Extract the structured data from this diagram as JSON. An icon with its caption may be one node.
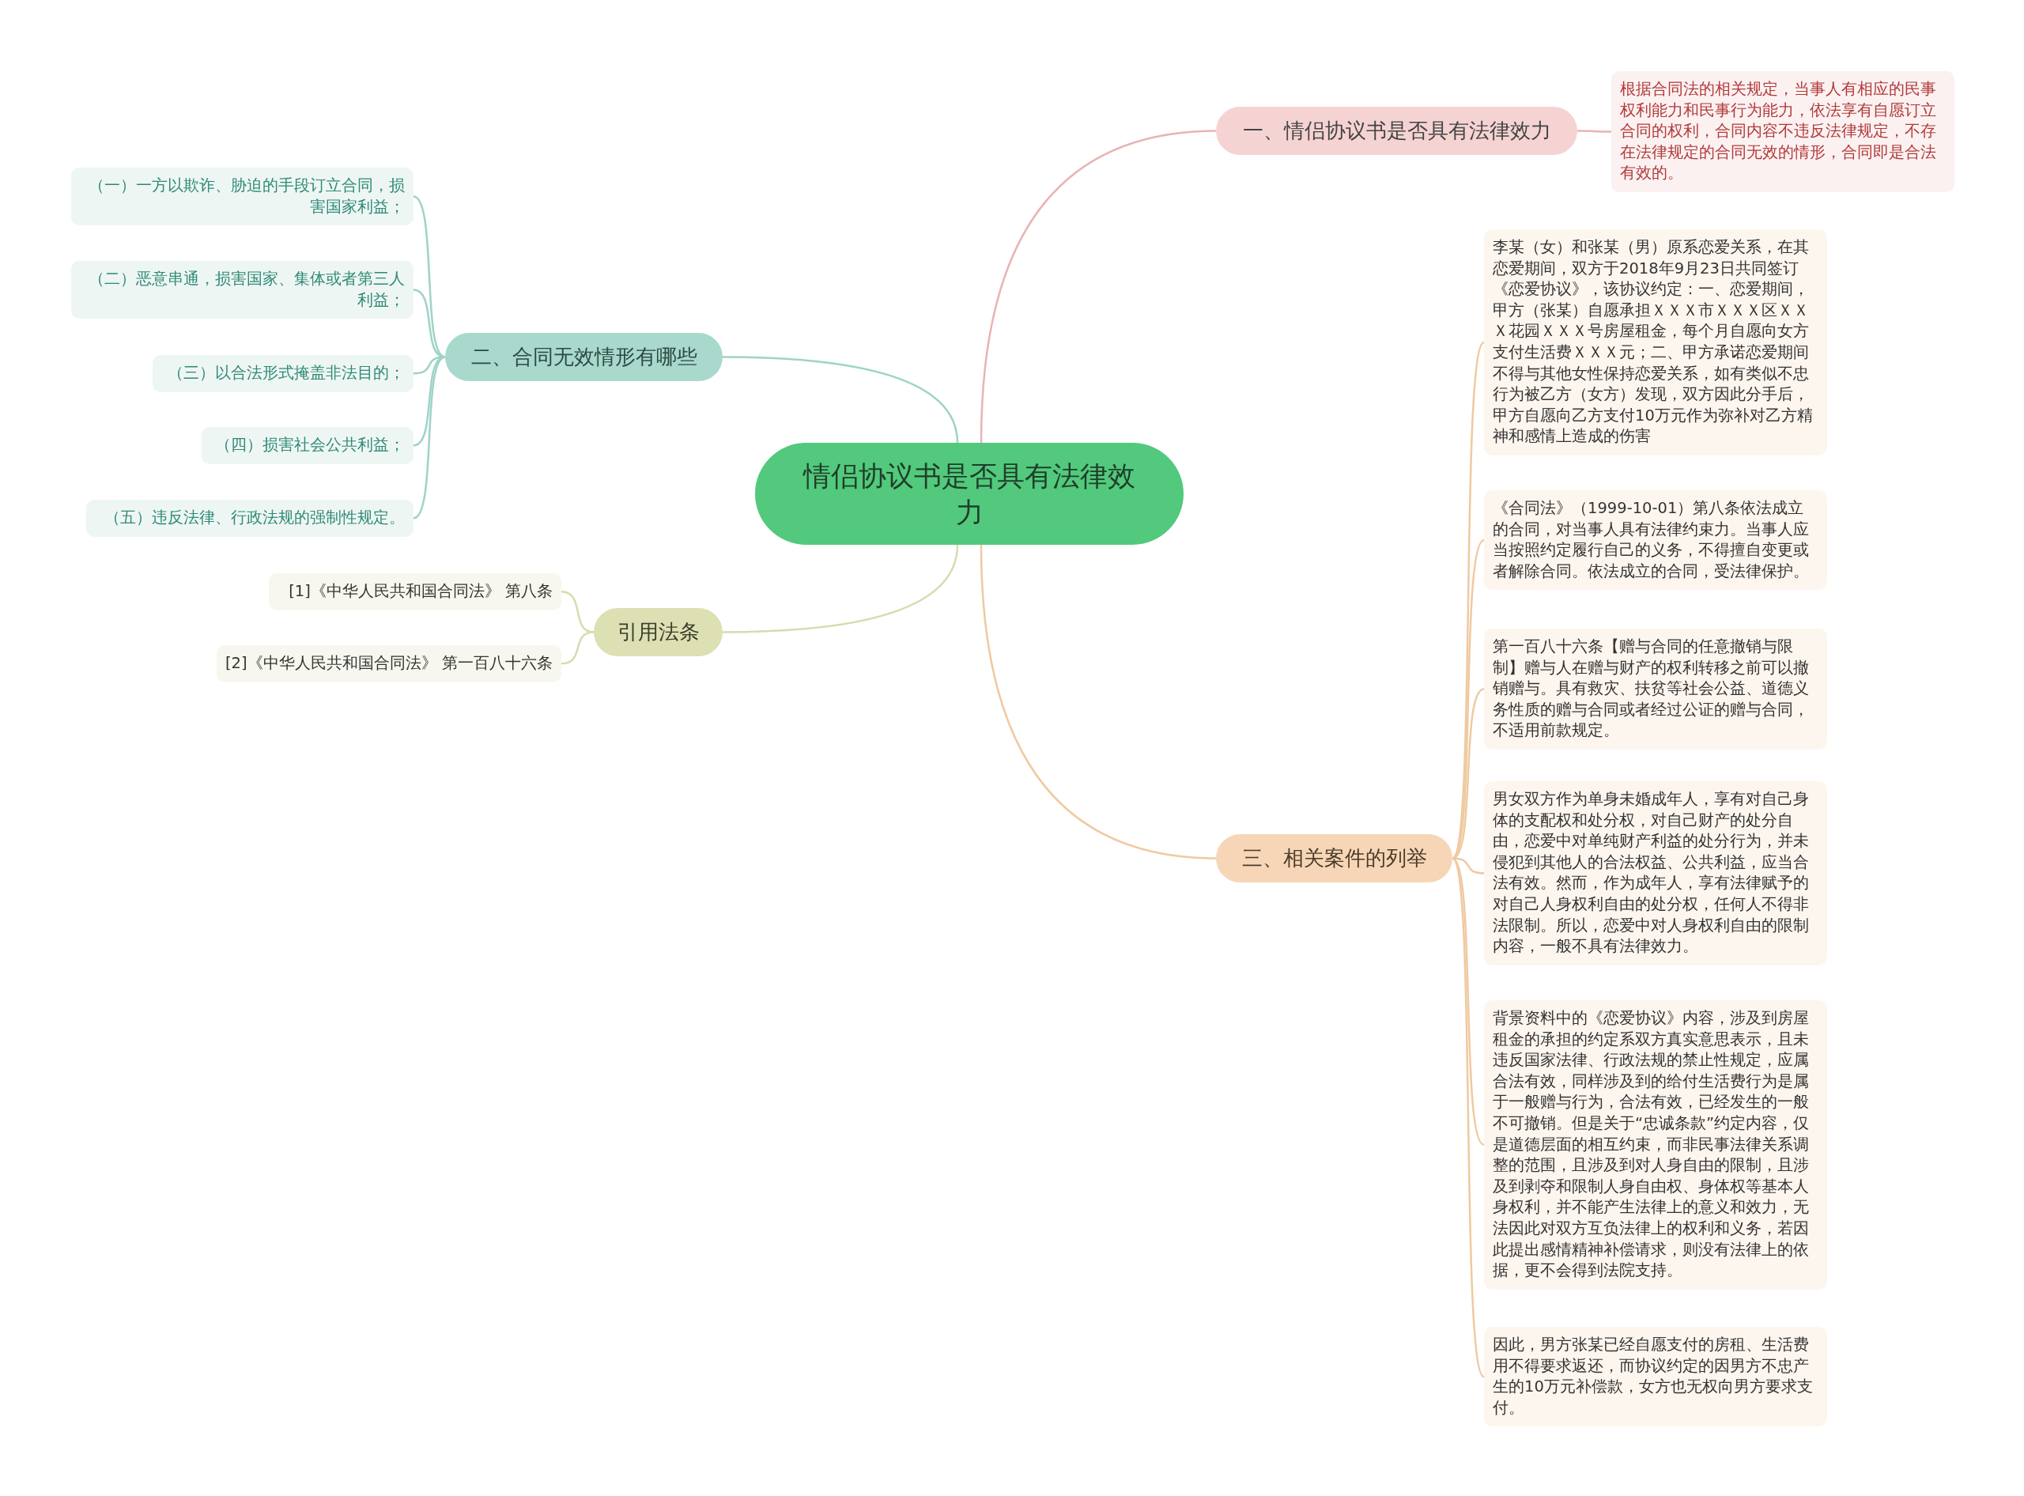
{
  "diagram": {
    "nodes": [
      {
        "text": [
          "情侣协议书是否具有法律效力"
        ]
      },
      {
        "text": [
          "一、情侣协议书是否具有法律效力"
        ]
      },
      {
        "text": [
          "根据合同法的相关规定，当事人有相应的民事权利能力和民事行为能力，依法享有自愿订立合同的权利，合同内容不违反法律规定，不存在法律规定的合同无效的情形，合同即是合法有效的。"
        ]
      },
      {
        "text": [
          "二、合同无效情形有哪些"
        ]
      },
      {
        "text": [
          "（一）一方以欺诈、胁迫的手段订立合同，损害国家利益；"
        ]
      },
      {
        "text": [
          "（二）恶意串通，损害国家、集体或者第三人利益；"
        ]
      },
      {
        "text": [
          "（三）以合法形式掩盖非法目的；"
        ]
      },
      {
        "text": [
          "（四）损害社会公共利益；"
        ]
      },
      {
        "text": [
          "（五）违反法律、行政法规的强制性规定。"
        ]
      },
      {
        "text": [
          "引用法条"
        ]
      },
      {
        "text": [
          "[1]《中华人民共和国合同法》 第八条"
        ]
      },
      {
        "text": [
          "[2]《中华人民共和国合同法》 第一百八十六条"
        ]
      },
      {
        "text": [
          "三、相关案件的列举"
        ]
      },
      {
        "text": [
          "李某（女）和张某（男）原系恋爱关系，在其恋爱期间，双方于2018年9月23日共同签订《恋爱协议》，该协议约定：一、恋爱期间，甲方（张某）自愿承担ＸＸＸ市ＸＸＸ区ＸＸＸ花园ＸＸＸ号房屋租金，每个月自愿向女方支付生活费ＸＸＸ元；二、甲方承诺恋爱期间不得与其他女性保持恋爱关系，如有类似不忠行为被乙方（女方）发现，双方因此分手后，甲方自愿向乙方支付10万元作为弥补对乙方精神和感情上造成的伤害"
        ]
      },
      {
        "text": [
          "《合同法》（1999-10-01）第八条依法成立的合同，对当事人具有法律约束力。当事人应当按照约定履行自己的义务，不得擅自变更或者解除合同。依法成立的合同，受法律保护。"
        ]
      },
      {
        "text": [
          "第一百八十六条【赠与合同的任意撤销与限制】赠与人在赠与财产的权利转移之前可以撤销赠与。具有救灾、扶贫等社会公益、道德义务性质的赠与合同或者经过公证的赠与合同，不适用前款规定。"
        ]
      },
      {
        "text": [
          "男女双方作为单身未婚成年人，享有对自己身体的支配权和处分权，对自己财产的处分自由，恋爱中对单纯财产利益的处分行为，并未侵犯到其他人的合法权益、公共利益，应当合法有效。然而，作为成年人，享有法律赋予的对自己人身权利自由的处分权，任何人不得非法限制。所以，恋爱中对人身权利自由的限制内容，一般不具有法律效力。"
        ]
      },
      {
        "text": [
          "背景资料中的《恋爱协议》内容，涉及到房屋租金的承担的约定系双方真实意思表示，且未违反国家法律、行政法规的禁止性规定，应属合法有效，同样涉及到的给付生活费行为是属于一般赠与行为，合法有效，已经发生的一般不可撤销。但是关于“忠诚条款”约定内容，仅是道德层面的相互约束，而非民事法律关系调整的范围，且涉及到对人身自由的限制，且涉及到剥夺和限制人身自由权、身体权等基本人身权利，并不能产生法律上的意义和效力，无法因此对双方互负法律上的权利和义务，若因此提出感情精神补偿请求，则没有法律上的依据，更不会得到法院支持。"
        ]
      },
      {
        "text": [
          "因此，男方张某已经自愿支付的房租、生活费用不得要求返还，而协议约定的因男方不忠产生的10万元补偿款，女方也无权向男方要求支付。"
        ]
      }
    ],
    "edges": [
      {
        "from": 0,
        "to": 1,
        "arrow": "none",
        "color": "#e8b4b4"
      },
      {
        "from": 1,
        "to": 2,
        "arrow": "none",
        "color": "#e8b4b4"
      },
      {
        "from": 0,
        "to": 3,
        "arrow": "none",
        "color": "#9fd3c7"
      },
      {
        "from": 3,
        "to": 4,
        "arrow": "none",
        "color": "#9fd3c7"
      },
      {
        "from": 3,
        "to": 5,
        "arrow": "none",
        "color": "#9fd3c7"
      },
      {
        "from": 3,
        "to": 6,
        "arrow": "none",
        "color": "#9fd3c7"
      },
      {
        "from": 3,
        "to": 7,
        "arrow": "none",
        "color": "#9fd3c7"
      },
      {
        "from": 3,
        "to": 8,
        "arrow": "none",
        "color": "#9fd3c7"
      },
      {
        "from": 0,
        "to": 9,
        "arrow": "none",
        "color": "#d8dbae"
      },
      {
        "from": 9,
        "to": 10,
        "arrow": "none",
        "color": "#d8dbae"
      },
      {
        "from": 9,
        "to": 11,
        "arrow": "none",
        "color": "#d8dbae"
      },
      {
        "from": 0,
        "to": 12,
        "arrow": "none"
      },
      {
        "from": 12,
        "to": 13,
        "arrow": "none"
      },
      {
        "from": 12,
        "to": 14,
        "arrow": "none"
      },
      {
        "from": 12,
        "to": 15,
        "arrow": "none"
      },
      {
        "from": 12,
        "to": 16,
        "arrow": "none"
      },
      {
        "from": 12,
        "to": 17,
        "arrow": "none"
      },
      {
        "from": 12,
        "to": 18,
        "arrow": "none"
      }
    ]
  }
}
